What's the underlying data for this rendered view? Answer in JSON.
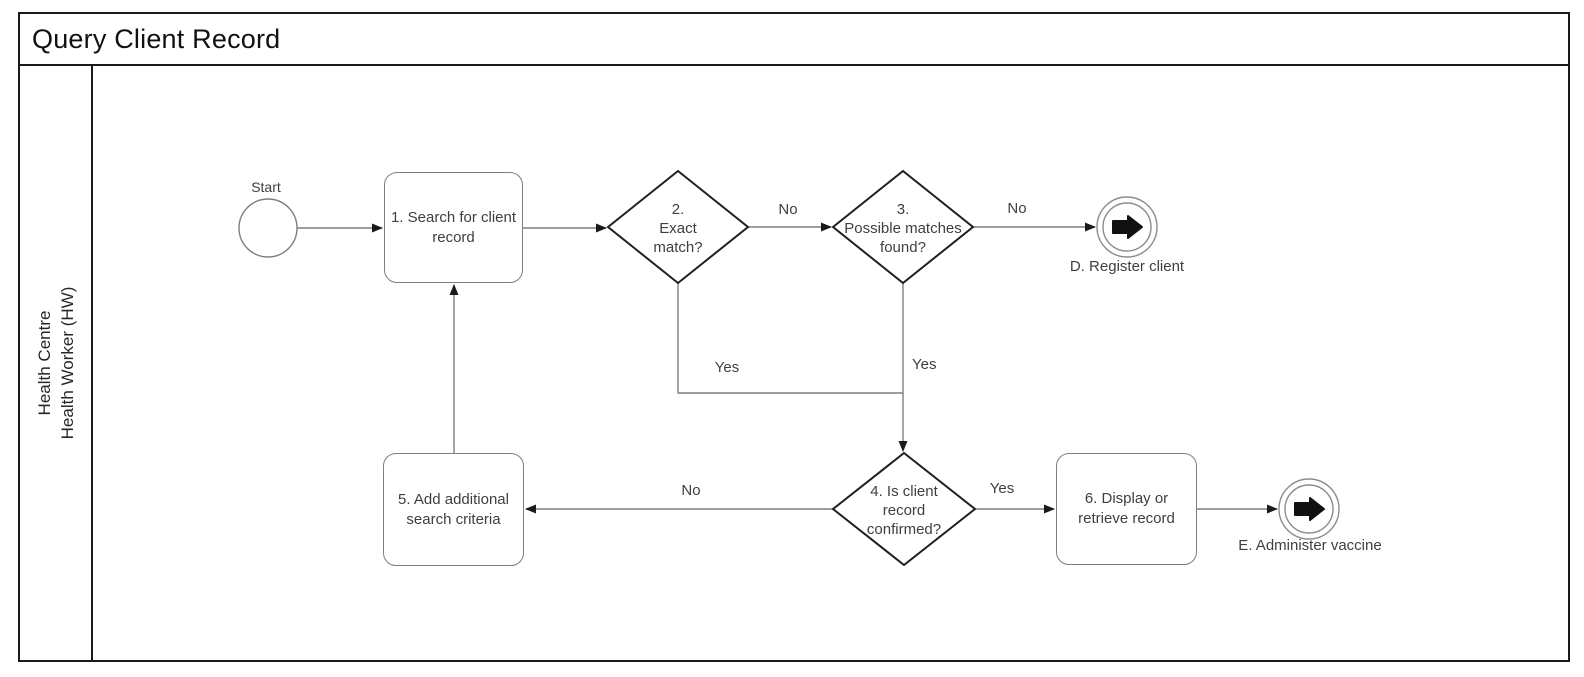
{
  "pool": {
    "title": "Query Client Record",
    "lane_label_lines": [
      "Health Centre",
      "Health Worker (HW)"
    ]
  },
  "nodes": {
    "start": {
      "label": "Start"
    },
    "task1": {
      "lines": [
        "1. Search for client",
        "record"
      ]
    },
    "gw2": {
      "lines": [
        "2.",
        "Exact",
        "match?"
      ]
    },
    "gw3": {
      "lines": [
        "3.",
        "Possible matches",
        "found?"
      ]
    },
    "end_d": {
      "label": "D. Register client"
    },
    "gw4": {
      "lines": [
        "4. Is client",
        "record",
        "confirmed?"
      ]
    },
    "task5": {
      "lines": [
        "5. Add additional",
        "search criteria"
      ]
    },
    "task6": {
      "lines": [
        "6. Display or",
        "retrieve record"
      ]
    },
    "end_e": {
      "label": "E. Administer vaccine"
    }
  },
  "edge_labels": {
    "gw2_no": "No",
    "gw2_yes": "Yes",
    "gw3_no": "No",
    "gw3_yes": "Yes",
    "gw4_no": "No",
    "gw4_yes": "Yes"
  },
  "colors": {
    "connector": "#7f7f7f",
    "gateway_outline": "#1f1f1f",
    "task_outline": "#7f7f7f",
    "text": "#3f3f3f",
    "icon_fill": "#111111"
  }
}
